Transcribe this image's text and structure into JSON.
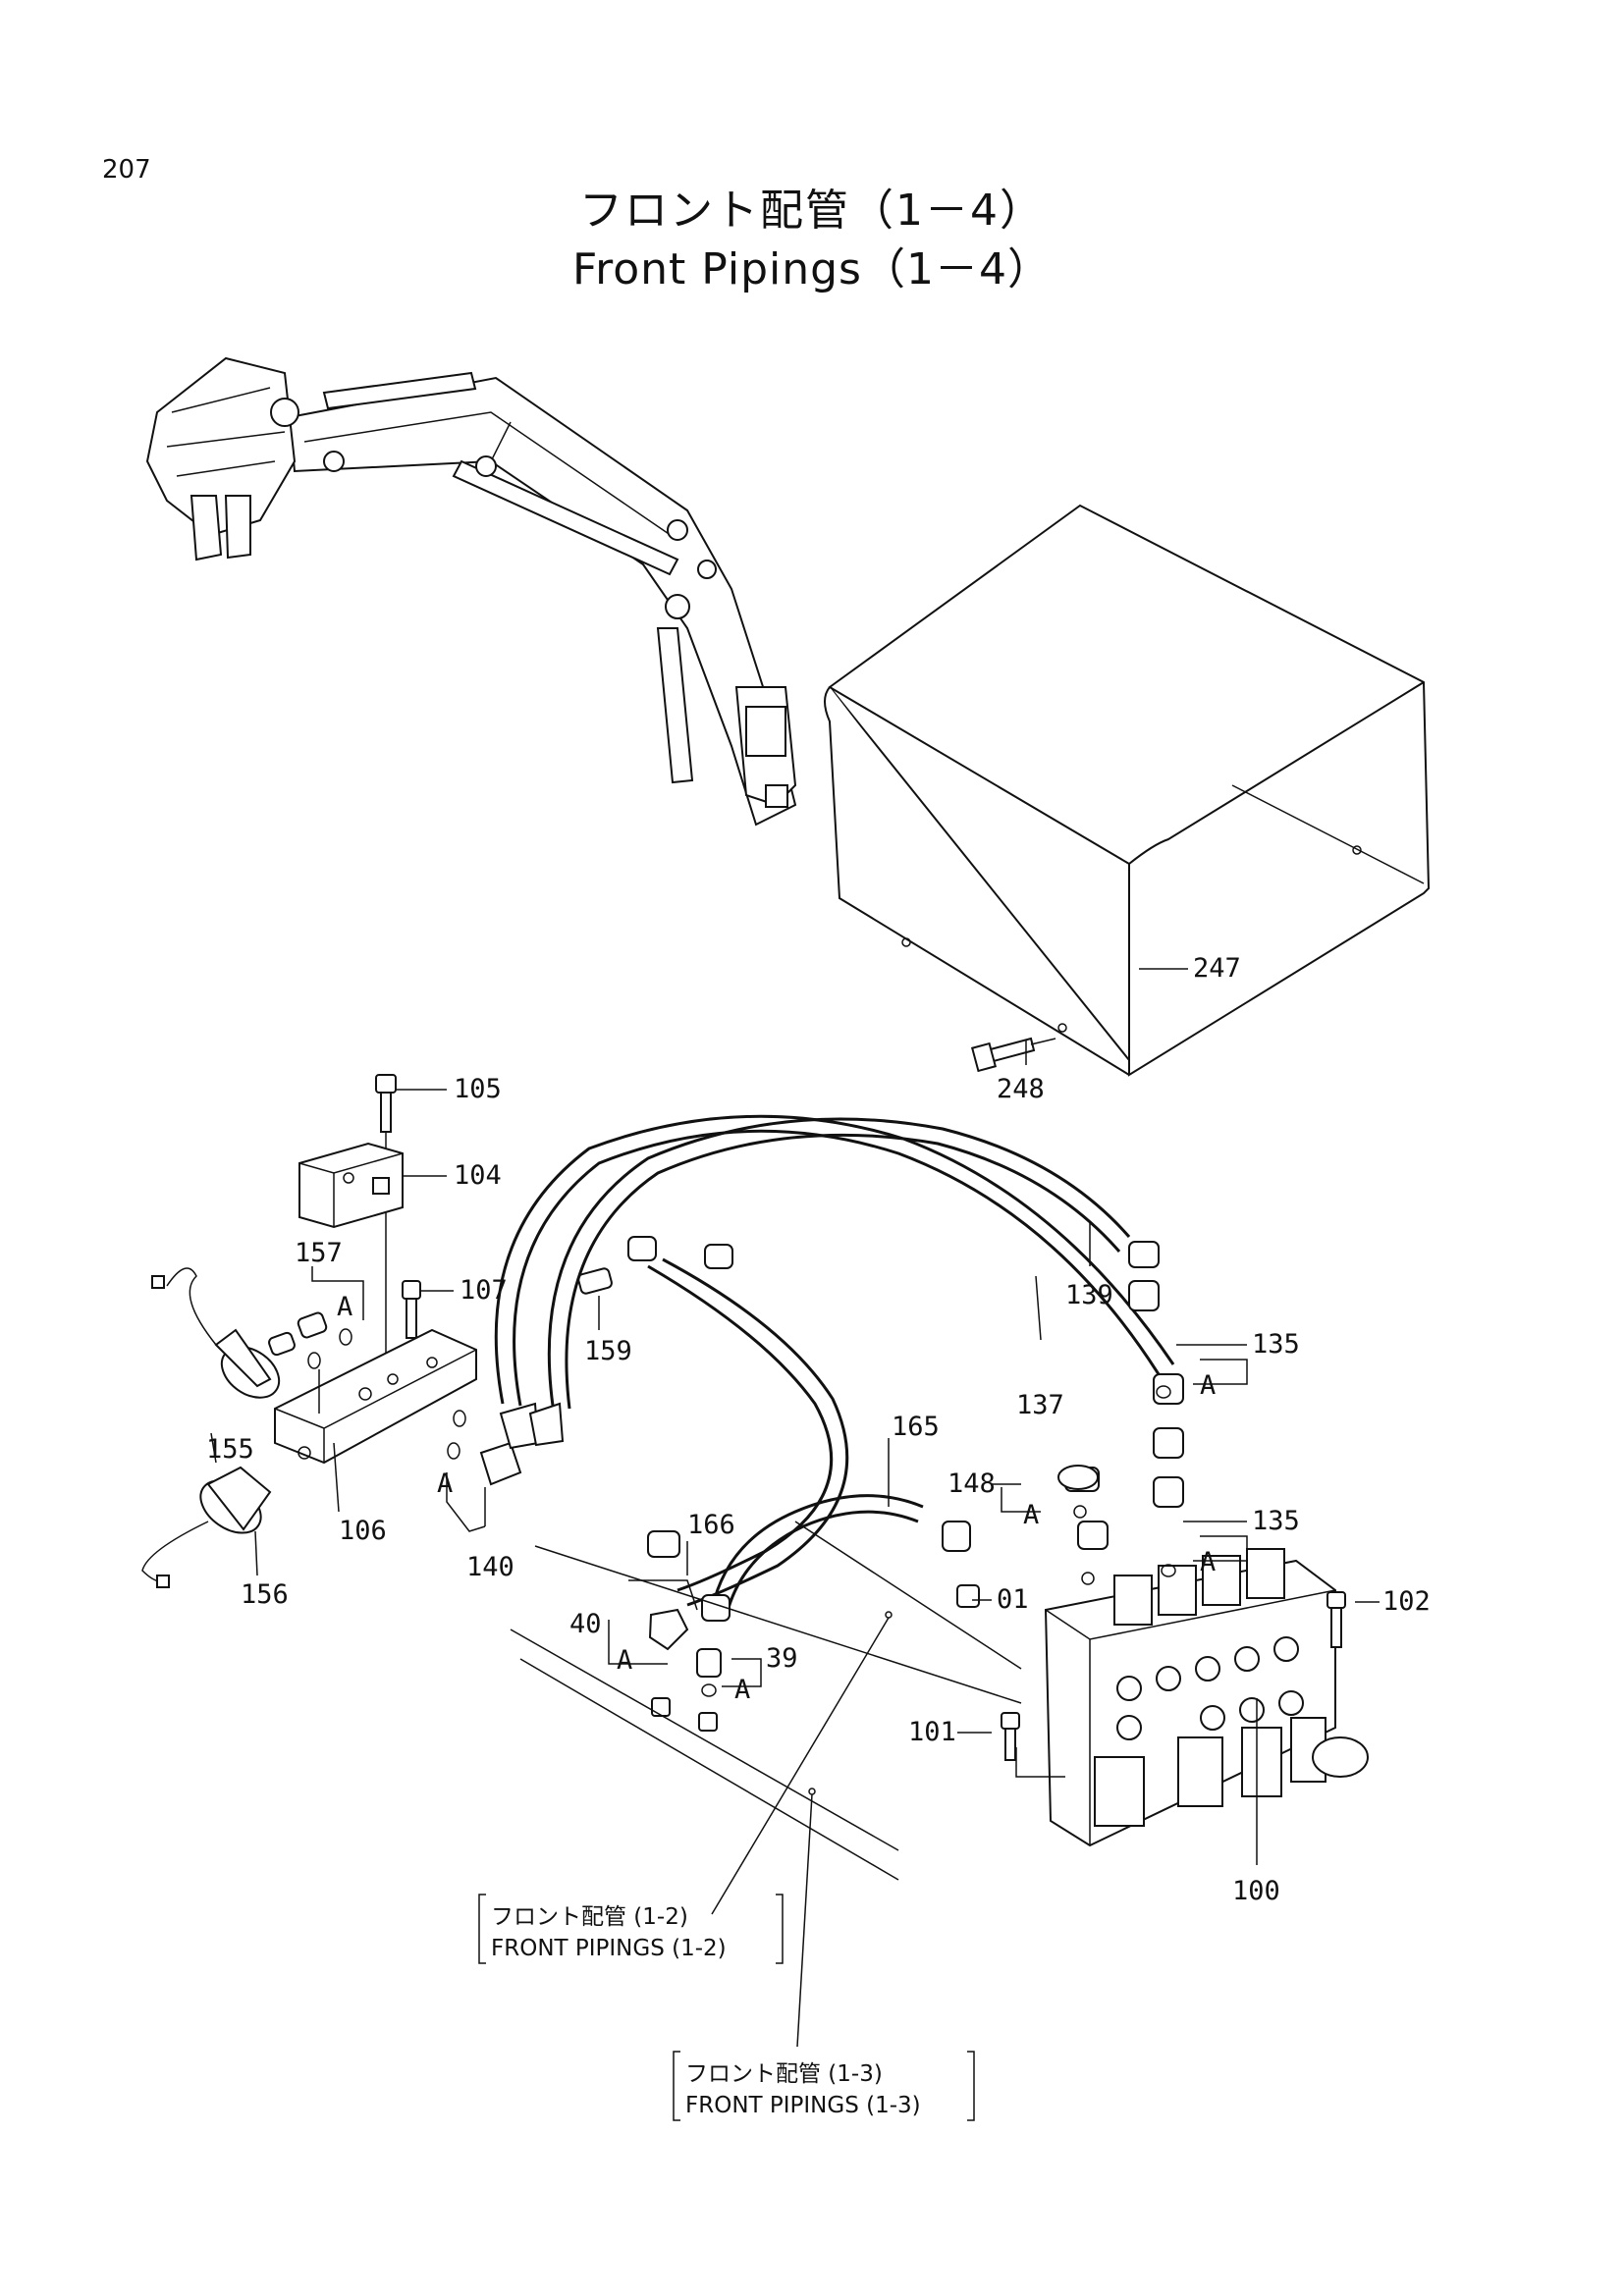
{
  "page": {
    "number": "207"
  },
  "title": {
    "jp": "フロント配管（1－4）",
    "en": "Front Pipings（1－4）"
  },
  "callouts": {
    "c100": "100",
    "c101": "101",
    "c102": "102",
    "c104": "104",
    "c105": "105",
    "c106": "106",
    "c107": "107",
    "c135a": "135",
    "c135b": "135",
    "c137": "137",
    "c139": "139",
    "c140": "140",
    "c148": "148",
    "c155": "155",
    "c156": "156",
    "c157": "157",
    "c159": "159",
    "c165": "165",
    "c166": "166",
    "c247": "247",
    "c248": "248",
    "c39": "39",
    "c40": "40",
    "c01": "01"
  },
  "group_marks": {
    "a1": "A",
    "a2": "A",
    "a3": "A",
    "a4": "A",
    "a5": "A",
    "a6": "A",
    "a7": "A"
  },
  "references": {
    "ref12": {
      "jp": "フロント配管 (1-2)",
      "en": "FRONT PIPINGS (1-2)"
    },
    "ref13": {
      "jp": "フロント配管 (1-3)",
      "en": "FRONT PIPINGS (1-3)"
    }
  }
}
